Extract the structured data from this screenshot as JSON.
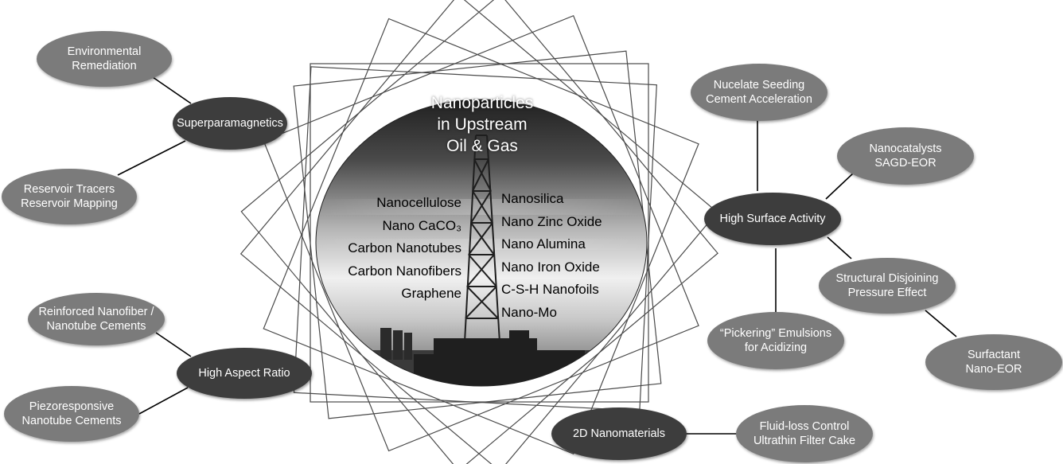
{
  "center": {
    "title_lines": [
      "Nanoparticles",
      "in Upstream",
      "Oil & Gas"
    ],
    "left_list": [
      "Nanocellulose",
      "Nano CaCO₃",
      "Carbon Nanotubes",
      "Carbon Nanofibers",
      "Graphene"
    ],
    "right_list": [
      "Nanosilica",
      "Nano Zinc Oxide",
      "Nano Alumina",
      "Nano Iron Oxide",
      "C-S-H Nanofoils",
      "Nano-Mo"
    ]
  },
  "hubs": {
    "superparamagnetics": "Superparamagnetics",
    "high_aspect_ratio": "High Aspect Ratio",
    "high_surface_activity": "High Surface Activity",
    "nanomaterials_2d": "2D Nanomaterials"
  },
  "leaves": {
    "environmental_remediation": [
      "Environmental",
      "Remediation"
    ],
    "reservoir_tracers": [
      "Reservoir Tracers",
      "Reservoir Mapping"
    ],
    "reinforced_cements": [
      "Reinforced Nanofiber /",
      "Nanotube Cements"
    ],
    "piezoresponsive_cements": [
      "Piezoresponsive",
      "Nanotube Cements"
    ],
    "nucelate_seeding": [
      "Nucelate Seeding",
      "Cement Acceleration"
    ],
    "nanocatalysts": [
      "Nanocatalysts",
      "SAGD-EOR"
    ],
    "structural_disjoining": [
      "Structural Disjoining",
      "Pressure Effect"
    ],
    "surfactant_eor": [
      "Surfactant",
      "Nano-EOR"
    ],
    "pickering_emulsions": [
      "“Pickering” Emulsions",
      "for Acidizing"
    ],
    "fluid_loss_control": [
      "Fluid-loss Control",
      "Ultrathin Filter Cake"
    ]
  },
  "colors": {
    "hub_fill": "#3d3d3d",
    "leaf_fill": "#7b7b7b",
    "connector": "#000000",
    "frame_stroke": "#4a4a4a"
  }
}
